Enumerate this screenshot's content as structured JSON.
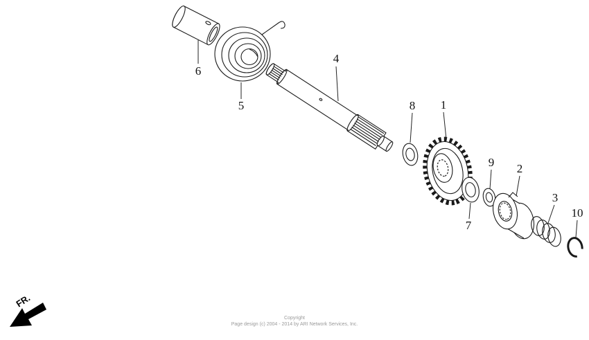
{
  "diagram": {
    "background": "#ffffff",
    "line_color": "#1a1a1a",
    "callouts": [
      {
        "part": "1"
      },
      {
        "part": "2"
      },
      {
        "part": "3"
      },
      {
        "part": "4"
      },
      {
        "part": "5"
      },
      {
        "part": "6"
      },
      {
        "part": "7"
      },
      {
        "part": "8"
      },
      {
        "part": "9"
      },
      {
        "part": "10"
      }
    ],
    "fr": {
      "label": "FR."
    },
    "footer": {
      "line1": "Copyright",
      "line2": "Page design (c) 2004 - 2014 by ARI Network Services, Inc."
    }
  }
}
